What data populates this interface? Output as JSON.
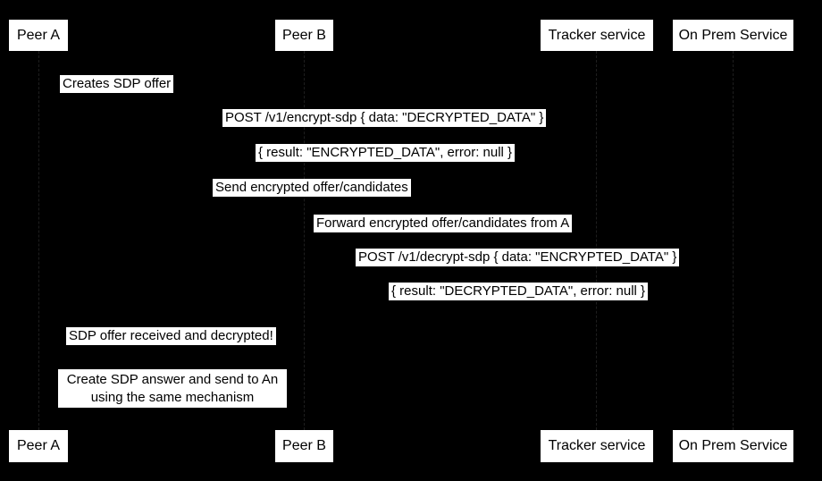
{
  "diagram": {
    "kind": "sequence-diagram",
    "colors": {
      "background": "#000000",
      "box_fill": "#ffffff",
      "text": "#000000",
      "lifeline": "#1e1e1e"
    }
  },
  "actors": [
    {
      "label": "Peer A"
    },
    {
      "label": "Peer B"
    },
    {
      "label": "Tracker service"
    },
    {
      "label": "On Prem Service"
    }
  ],
  "messages": [
    "Creates SDP offer",
    "POST /v1/encrypt-sdp { data: \"DECRYPTED_DATA\" }",
    "{ result: \"ENCRYPTED_DATA\", error: null }",
    "Send encrypted offer/candidates",
    "Forward encrypted offer/candidates from A",
    "POST /v1/decrypt-sdp { data: \"ENCRYPTED_DATA\" }",
    "{ result: \"DECRYPTED_DATA\", error: null }",
    "SDP offer received and decrypted!"
  ],
  "note": {
    "line1": "Create SDP answer and send to An",
    "line2": "using the same mechanism"
  }
}
